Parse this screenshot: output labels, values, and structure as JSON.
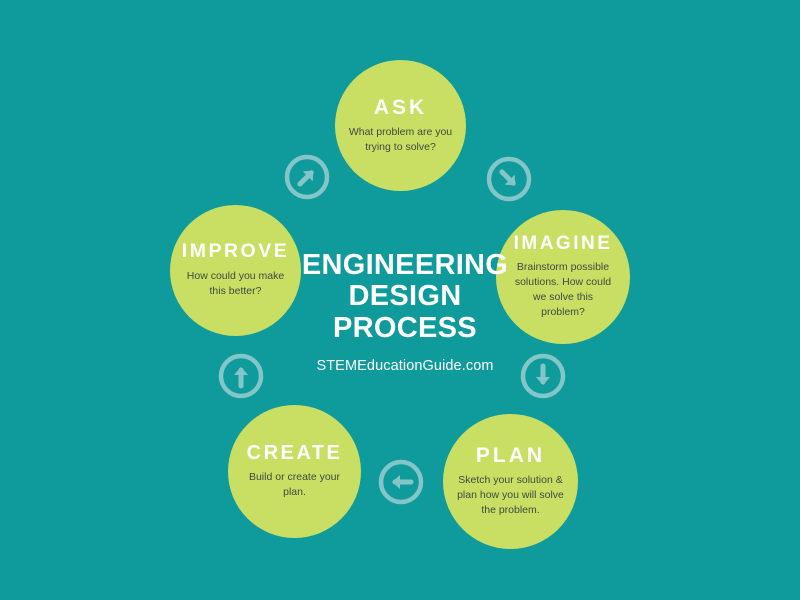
{
  "colors": {
    "background": "#0f9a9c",
    "circle": "#c9df63",
    "title_text": "#ffffff",
    "desc_text": "#3d4a42",
    "arrow": "#84c6c8"
  },
  "center": {
    "title": "ENGINEERING\nDESIGN\nPROCESS",
    "url": "STEMEducationGuide.com"
  },
  "steps": [
    {
      "id": "ask",
      "title": "ASK",
      "description": "What problem are you trying to solve?"
    },
    {
      "id": "imagine",
      "title": "IMAGINE",
      "description": "Brainstorm possible solutions. How could we solve this problem?"
    },
    {
      "id": "plan",
      "title": "PLAN",
      "description": "Sketch your solution & plan how you will solve the problem."
    },
    {
      "id": "create",
      "title": "CREATE",
      "description": "Build or create your plan."
    },
    {
      "id": "improve",
      "title": "IMPROVE",
      "description": "How could you make this better?"
    }
  ],
  "arrows": [
    {
      "id": "ne",
      "direction": "up-right",
      "from": "improve",
      "to": "ask"
    },
    {
      "id": "se",
      "direction": "down-right",
      "from": "ask",
      "to": "imagine"
    },
    {
      "id": "s",
      "direction": "down",
      "from": "imagine",
      "to": "plan"
    },
    {
      "id": "w",
      "direction": "left",
      "from": "plan",
      "to": "create"
    },
    {
      "id": "n",
      "direction": "up",
      "from": "create",
      "to": "improve"
    }
  ]
}
